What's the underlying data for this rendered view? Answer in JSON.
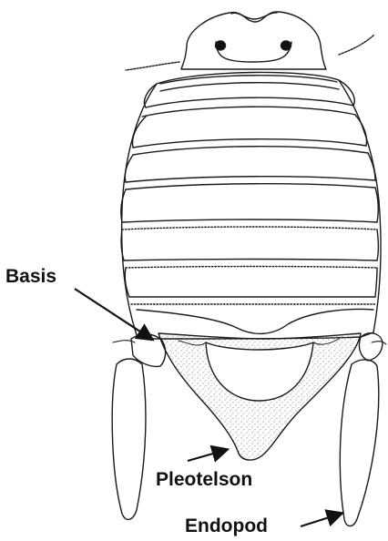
{
  "figure": {
    "subject": "isopod dorsal view line drawing",
    "labels": {
      "basis": "Basis",
      "pleotelson": "Pleotelson",
      "endopod": "Endopod"
    },
    "ink_color": "#1a1a1a",
    "paper_color": "#ffffff"
  }
}
